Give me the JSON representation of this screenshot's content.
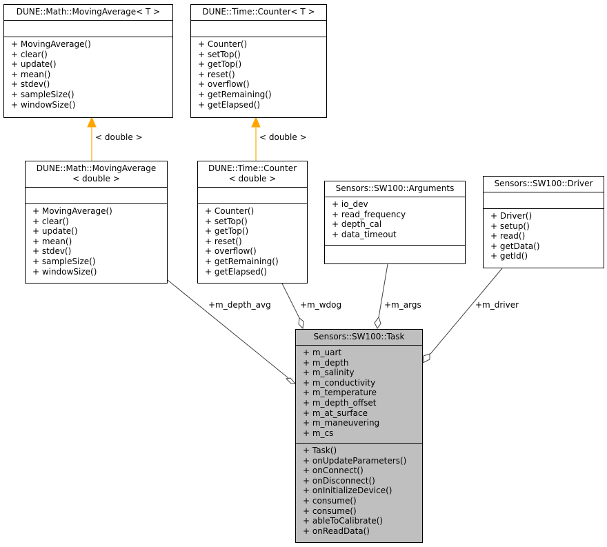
{
  "classes": {
    "ma_t": {
      "name_lines": [
        "DUNE::Math::MovingAverage< T >"
      ],
      "attributes": [],
      "methods": [
        "+ MovingAverage()",
        "+ clear()",
        "+ update()",
        "+ mean()",
        "+ stdev()",
        "+ sampleSize()",
        "+ windowSize()"
      ]
    },
    "ctr_t": {
      "name_lines": [
        "DUNE::Time::Counter< T >"
      ],
      "attributes": [],
      "methods": [
        "+ Counter()",
        "+ setTop()",
        "+ getTop()",
        "+ reset()",
        "+ overflow()",
        "+ getRemaining()",
        "+ getElapsed()"
      ]
    },
    "ma_d": {
      "name_lines": [
        "DUNE::Math::MovingAverage",
        "< double >"
      ],
      "attributes": [],
      "methods": [
        "+ MovingAverage()",
        "+ clear()",
        "+ update()",
        "+ mean()",
        "+ stdev()",
        "+ sampleSize()",
        "+ windowSize()"
      ]
    },
    "ctr_d": {
      "name_lines": [
        "DUNE::Time::Counter",
        "< double >"
      ],
      "attributes": [],
      "methods": [
        "+ Counter()",
        "+ setTop()",
        "+ getTop()",
        "+ reset()",
        "+ overflow()",
        "+ getRemaining()",
        "+ getElapsed()"
      ]
    },
    "args": {
      "name_lines": [
        "Sensors::SW100::Arguments"
      ],
      "attributes": [
        "+ io_dev",
        "+ read_frequency",
        "+ depth_cal",
        "+ data_timeout"
      ],
      "methods": []
    },
    "driver": {
      "name_lines": [
        "Sensors::SW100::Driver"
      ],
      "attributes": [],
      "methods": [
        "+ Driver()",
        "+ setup()",
        "+ read()",
        "+ getData()",
        "+ getId()"
      ]
    },
    "task": {
      "name_lines": [
        "Sensors::SW100::Task"
      ],
      "attributes": [
        "+ m_uart",
        "+ m_depth",
        "+ m_salinity",
        "+ m_conductivity",
        "+ m_temperature",
        "+ m_depth_offset",
        "+ m_at_surface",
        "+ m_maneuvering",
        "+ m_cs"
      ],
      "methods": [
        "+ Task()",
        "+ onUpdateParameters()",
        "+ onConnect()",
        "+ onDisconnect()",
        "+ onInitializeDevice()",
        "+ consume()",
        "+ consume()",
        "+ ableToCalibrate()",
        "+ onReadData()"
      ]
    }
  },
  "edges": {
    "ma_template": "< double >",
    "ctr_template": "< double >",
    "depth_avg": "+m_depth_avg",
    "wdog": "+m_wdog",
    "args": "+m_args",
    "driver": "+m_driver"
  },
  "colors": {
    "template_arrow": "#ffa500",
    "composition_line": "#404040",
    "focus_fill": "#bfbfbf"
  }
}
